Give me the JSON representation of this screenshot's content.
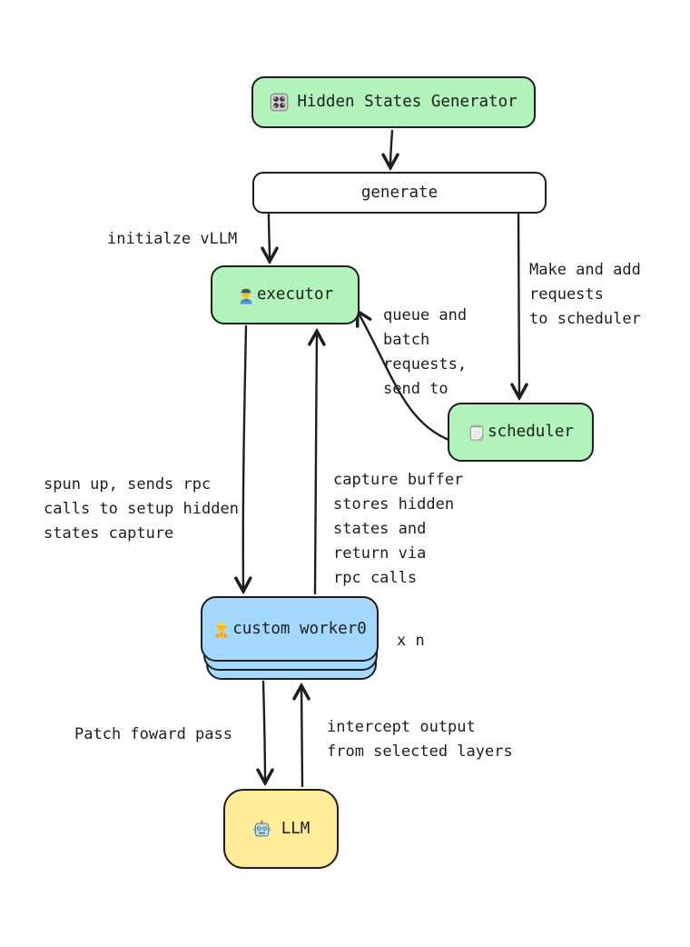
{
  "colors": {
    "background": "#ffffff",
    "stroke": "#1e1e1e",
    "node_green": "#b2f2bb",
    "node_blue": "#a5d8ff",
    "node_yellow": "#ffec99",
    "node_white": "#ffffff"
  },
  "nodes": {
    "hidden_states_generator": {
      "label": "Hidden States Generator",
      "icon": "control-knobs-icon",
      "fill": "#b2f2bb"
    },
    "generate": {
      "label": "generate",
      "fill": "#ffffff"
    },
    "executor": {
      "label": "executor",
      "icon": "man-factory-worker-icon",
      "fill": "#b2f2bb"
    },
    "scheduler": {
      "label": "scheduler",
      "icon": "spiral-notepad-icon",
      "fill": "#b2f2bb"
    },
    "custom_worker": {
      "label": "custom worker0",
      "icon": "construction-worker-icon",
      "fill": "#a5d8ff",
      "multiplier": "x n",
      "stacked": true
    },
    "llm": {
      "label": "LLM",
      "icon": "robot-icon",
      "fill": "#ffec99"
    }
  },
  "edge_labels": {
    "initialize_vllm": "initialze vLLM",
    "make_add_requests": "Make and add\nrequests\nto scheduler",
    "queue_batch_requests": "queue and\nbatch\nrequests,\nsend to",
    "spun_up_rpc": "spun up, sends rpc\ncalls to setup hidden\nstates capture",
    "capture_buffer": "capture buffer\nstores hidden\nstates and\nreturn via\nrpc calls",
    "patch_forward_pass": "Patch foward pass",
    "intercept_output": "intercept output\nfrom selected layers"
  },
  "edges": [
    {
      "from": "hidden_states_generator",
      "to": "generate"
    },
    {
      "from": "generate",
      "to": "executor",
      "label": "initialze vLLM"
    },
    {
      "from": "generate",
      "to": "scheduler",
      "label": "Make and add requests to scheduler"
    },
    {
      "from": "scheduler",
      "to": "executor",
      "label": "queue and batch requests, send to"
    },
    {
      "from": "executor",
      "to": "custom_worker",
      "label": "spun up, sends rpc calls to setup hidden states capture"
    },
    {
      "from": "custom_worker",
      "to": "executor",
      "label": "capture buffer stores hidden states and return via rpc calls"
    },
    {
      "from": "custom_worker",
      "to": "llm",
      "label": "Patch foward pass"
    },
    {
      "from": "llm",
      "to": "custom_worker",
      "label": "intercept output from selected layers"
    }
  ]
}
